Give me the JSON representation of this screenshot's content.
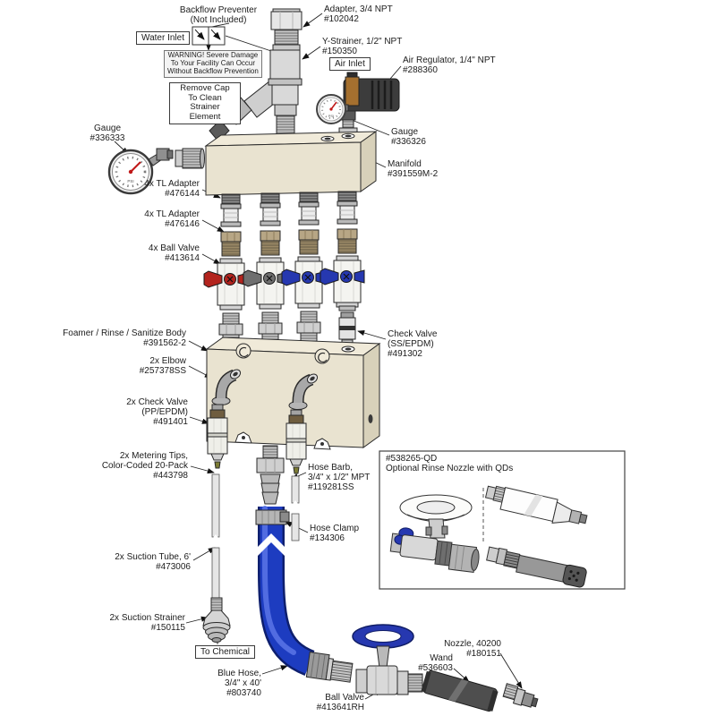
{
  "diagram": {
    "labels": {
      "backflow": "Backflow Preventer\n(Not Included)",
      "water_inlet": "Water Inlet",
      "warning": "WARNING! Severe Damage\nTo Your Facility Can Occur\nWithout Backflow Prevention",
      "remove_cap": "Remove Cap\nTo Clean\nStrainer Element",
      "adapter": "Adapter, 3/4 NPT\n#102042",
      "y_strainer": "Y-Strainer, 1/2\" NPT\n#150350",
      "air_inlet": "Air Inlet",
      "air_regulator": "Air Regulator, 1/4\" NPT\n#288360",
      "gauge_left": "Gauge\n#336333",
      "gauge_right": "Gauge\n#336326",
      "manifold": "Manifold\n#391559M-2",
      "tl_adapter_top": "4x TL Adapter\n#476144",
      "tl_adapter_bottom": "4x TL Adapter\n#476146",
      "ball_valve_4x": "4x Ball Valve\n#413614",
      "body": "Foamer / Rinse / Sanitize Body\n#391562-2",
      "check_valve_ss": "Check Valve\n(SS/EPDM)\n#491302",
      "elbow": "2x Elbow\n#257378SS",
      "check_valve_pp": "2x Check Valve\n(PP/EPDM)\n#491401",
      "metering_tips": "2x Metering Tips,\nColor-Coded 20-Pack\n#443798",
      "hose_barb": "Hose Barb,\n3/4\" x 1/2\" MPT\n#119281SS",
      "hose_clamp": "Hose Clamp\n#134306",
      "suction_tube": "2x Suction Tube, 6'\n#473006",
      "suction_strainer": "2x Suction Strainer\n#150115",
      "to_chemical": "To Chemical",
      "blue_hose": "Blue Hose,\n3/4\" x 40'\n#803740",
      "ball_valve_main": "Ball Valve\n#413641RH",
      "wand": "Wand\n#536603",
      "nozzle": "Nozzle, 40200\n#180151",
      "inset_title": "#538265-QD\nOptional Rinse Nozzle with QDs",
      "gauge_psi": "PSI"
    },
    "colors": {
      "block_beige": "#e9e3d0",
      "block_beige_top": "#f0ead9",
      "block_beige_side": "#d8d1ba",
      "hose_blue": "#1d3cc0",
      "hose_blue_dark": "#0e1f6e",
      "handle_red": "#b3241e",
      "handle_gray": "#6f6f6f",
      "handle_blue": "#2638b0",
      "regulator_brown": "#a5702f"
    }
  }
}
